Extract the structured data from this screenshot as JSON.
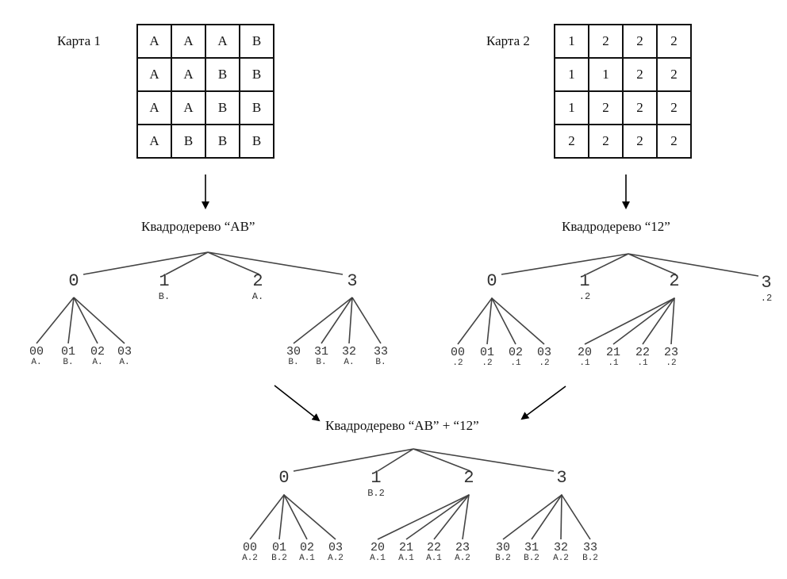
{
  "map1": {
    "label": "Карта 1",
    "rows": [
      [
        "A",
        "A",
        "A",
        "B"
      ],
      [
        "A",
        "A",
        "B",
        "B"
      ],
      [
        "A",
        "A",
        "B",
        "B"
      ],
      [
        "A",
        "B",
        "B",
        "B"
      ]
    ]
  },
  "map2": {
    "label": "Карта 2",
    "rows": [
      [
        "1",
        "2",
        "2",
        "2"
      ],
      [
        "1",
        "1",
        "2",
        "2"
      ],
      [
        "1",
        "2",
        "2",
        "2"
      ],
      [
        "2",
        "2",
        "2",
        "2"
      ]
    ]
  },
  "tree_ab": {
    "title": "Квадродерево  “AB”",
    "top": [
      {
        "code": "0",
        "value": "."
      },
      {
        "code": "1",
        "value": "B."
      },
      {
        "code": "2",
        "value": "A."
      },
      {
        "code": "3",
        "value": "."
      }
    ],
    "children_0": [
      {
        "code": "00",
        "value": "A."
      },
      {
        "code": "01",
        "value": "B."
      },
      {
        "code": "02",
        "value": "A."
      },
      {
        "code": "03",
        "value": "A."
      }
    ],
    "children_3": [
      {
        "code": "30",
        "value": "B."
      },
      {
        "code": "31",
        "value": "B."
      },
      {
        "code": "32",
        "value": "A."
      },
      {
        "code": "33",
        "value": "B."
      }
    ]
  },
  "tree_12": {
    "title": "Квадродерево  “12”",
    "top": [
      {
        "code": "0",
        "value": "."
      },
      {
        "code": "1",
        "value": ".2"
      },
      {
        "code": "2",
        "value": "."
      },
      {
        "code": "3",
        "value": ".2"
      }
    ],
    "children_0": [
      {
        "code": "00",
        "value": ".2"
      },
      {
        "code": "01",
        "value": ".2"
      },
      {
        "code": "02",
        "value": ".1"
      },
      {
        "code": "03",
        "value": ".2"
      }
    ],
    "children_2": [
      {
        "code": "20",
        "value": ".1"
      },
      {
        "code": "21",
        "value": ".1"
      },
      {
        "code": "22",
        "value": ".1"
      },
      {
        "code": "23",
        "value": ".2"
      }
    ]
  },
  "tree_combined": {
    "title": "Квадродерево  “AB” + “12”",
    "top": [
      {
        "code": "0",
        "value": "."
      },
      {
        "code": "1",
        "value": "B.2"
      },
      {
        "code": "2",
        "value": "."
      },
      {
        "code": "3",
        "value": "."
      }
    ],
    "children_0": [
      {
        "code": "00",
        "value": "A.2"
      },
      {
        "code": "01",
        "value": "B.2"
      },
      {
        "code": "02",
        "value": "A.1"
      },
      {
        "code": "03",
        "value": "A.2"
      }
    ],
    "children_2": [
      {
        "code": "20",
        "value": "A.1"
      },
      {
        "code": "21",
        "value": "A.1"
      },
      {
        "code": "22",
        "value": "A.1"
      },
      {
        "code": "23",
        "value": "A.2"
      }
    ],
    "children_3": [
      {
        "code": "30",
        "value": "B.2"
      },
      {
        "code": "31",
        "value": "B.2"
      },
      {
        "code": "32",
        "value": "A.2"
      },
      {
        "code": "33",
        "value": "B.2"
      }
    ]
  }
}
